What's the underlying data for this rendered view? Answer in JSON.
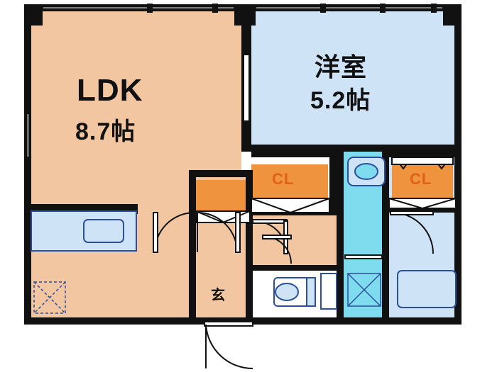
{
  "plan": {
    "title": "apartment-floor-plan",
    "colors": {
      "wall": "#111111",
      "room_floor": "#f2c6a0",
      "tatami_blue": "#cfe3f7",
      "water_blue": "#7fdcef",
      "closet_orange": "#f0933f",
      "label_orange": "#e0601a",
      "door_line": "#2b4f9e"
    },
    "rooms": [
      {
        "name": "ldk",
        "label_line1": "LDK",
        "label_line2": "8.7帖"
      },
      {
        "name": "japanese-room",
        "label_line1": "洋室",
        "label_line2": "5.2帖"
      }
    ],
    "closets": [
      {
        "name": "closet-left",
        "label": "CL"
      },
      {
        "name": "closet-right",
        "label": "CL"
      }
    ],
    "entry": {
      "name": "genkan",
      "label": "玄"
    },
    "fixtures": [
      {
        "name": "kitchen-counter",
        "label": ""
      },
      {
        "name": "kitchen-sink",
        "label": ""
      },
      {
        "name": "bathtub",
        "label": ""
      },
      {
        "name": "toilet",
        "label": ""
      },
      {
        "name": "washbasin",
        "label": ""
      },
      {
        "name": "washer-space",
        "label": ""
      },
      {
        "name": "balcony-space",
        "label": ""
      },
      {
        "name": "bed-space",
        "label": ""
      }
    ]
  }
}
